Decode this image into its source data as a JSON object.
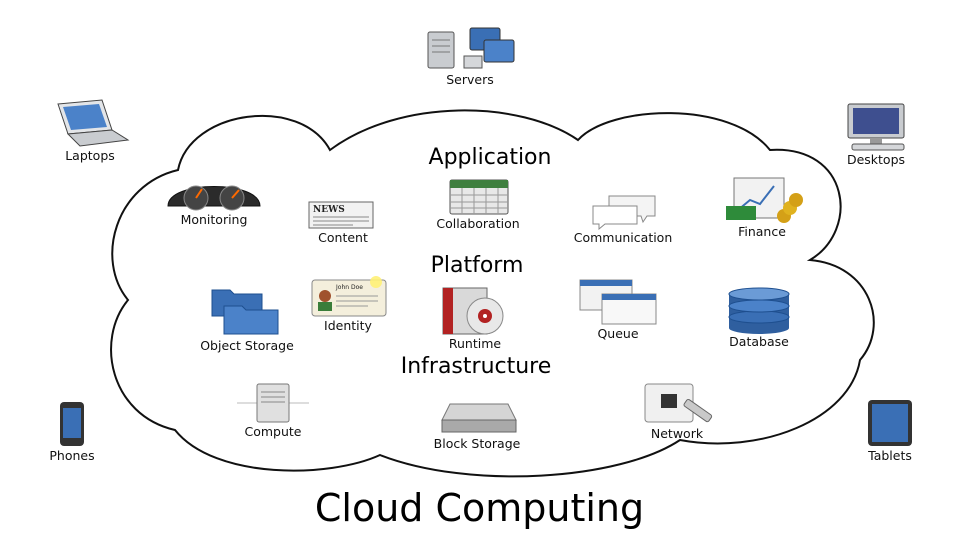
{
  "title": "Cloud Computing",
  "layers": {
    "application": "Application",
    "platform": "Platform",
    "infrastructure": "Infrastructure"
  },
  "devices": {
    "servers": "Servers",
    "laptops": "Laptops",
    "desktops": "Desktops",
    "phones": "Phones",
    "tablets": "Tablets"
  },
  "application": {
    "monitoring": "Monitoring",
    "content": "Content",
    "collaboration": "Collaboration",
    "communication": "Communication",
    "finance": "Finance"
  },
  "platform": {
    "object_storage": "Object Storage",
    "identity": "Identity",
    "runtime": "Runtime",
    "queue": "Queue",
    "database": "Database"
  },
  "infrastructure": {
    "compute": "Compute",
    "block_storage": "Block Storage",
    "network": "Network"
  },
  "identity_card_name": "John Doe",
  "news_label": "NEWS",
  "colors": {
    "blue": "#3a6fb5",
    "dark_blue": "#1e4f8f",
    "gray": "#9aa0a6",
    "red": "#b22222",
    "gold": "#d4a017",
    "green": "#2e8b3a"
  }
}
